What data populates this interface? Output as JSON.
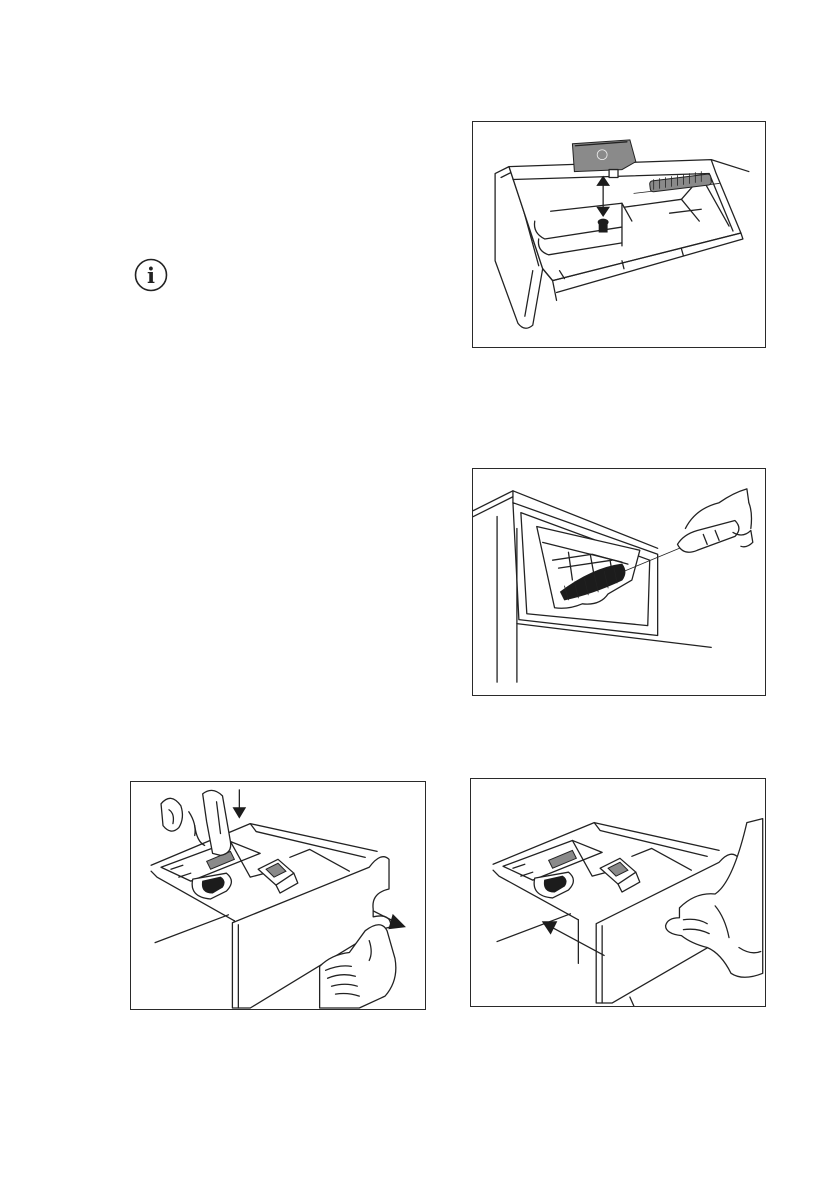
{
  "page": {
    "background": "#ffffff",
    "line_color": "#222222"
  },
  "info_notice": {
    "icon": "info-icon",
    "glyph": "i"
  },
  "figures": [
    {
      "id": "fig1",
      "icon": "detergent-drawer-remove-insert-illustration"
    },
    {
      "id": "fig2",
      "icon": "brush-clean-drawer-recess-illustration"
    },
    {
      "id": "fig3",
      "icon": "press-release-lever-pull-drawer-illustration"
    },
    {
      "id": "fig4",
      "icon": "push-drawer-back-illustration"
    }
  ]
}
